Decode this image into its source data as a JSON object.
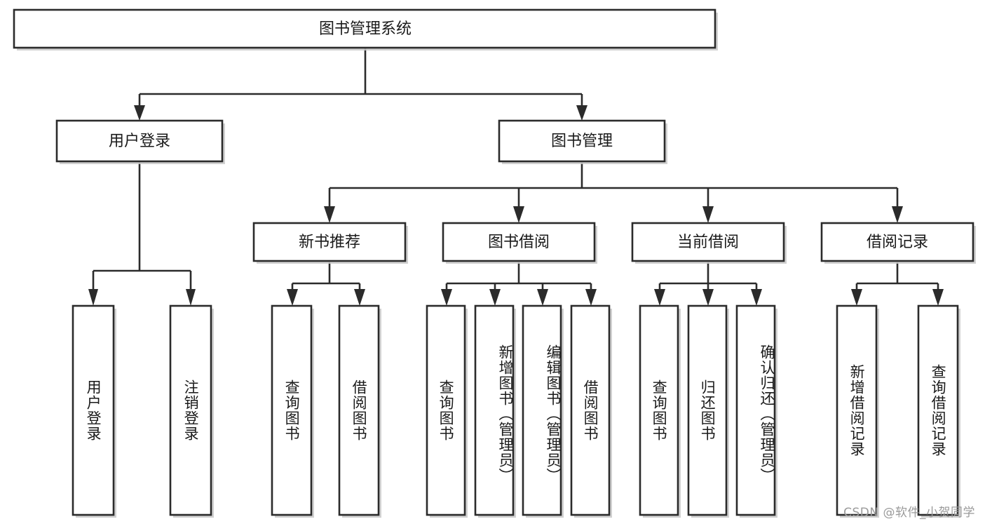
{
  "diagram": {
    "title": "图书管理系统",
    "type": "hierarchy-tree",
    "root": {
      "id": "root",
      "label": "图书管理系统",
      "level": 0
    },
    "level2": [
      {
        "id": "user-login",
        "label": "用户登录"
      },
      {
        "id": "book-manage",
        "label": "图书管理"
      }
    ],
    "level3": [
      {
        "id": "new-book-recommend",
        "label": "新书推荐",
        "parent": "book-manage"
      },
      {
        "id": "book-borrow",
        "label": "图书借阅",
        "parent": "book-manage"
      },
      {
        "id": "current-borrow",
        "label": "当前借阅",
        "parent": "book-manage"
      },
      {
        "id": "borrow-record",
        "label": "借阅记录",
        "parent": "book-manage"
      }
    ],
    "leaves": {
      "user-login": [
        {
          "id": "leaf-user-login",
          "label": "用户登录"
        },
        {
          "id": "leaf-logout",
          "label": "注销登录"
        }
      ],
      "new-book-recommend": [
        {
          "id": "leaf-query-book-1",
          "label": "查询图书"
        },
        {
          "id": "leaf-borrow-book-1",
          "label": "借阅图书"
        }
      ],
      "book-borrow": [
        {
          "id": "leaf-query-book-2",
          "label": "查询图书"
        },
        {
          "id": "leaf-add-book",
          "label": "新增图书（管理员）"
        },
        {
          "id": "leaf-edit-book",
          "label": "编辑图书（管理员）"
        },
        {
          "id": "leaf-borrow-book-2",
          "label": "借阅图书"
        }
      ],
      "current-borrow": [
        {
          "id": "leaf-query-book-3",
          "label": "查询图书"
        },
        {
          "id": "leaf-return-book",
          "label": "归还图书"
        },
        {
          "id": "leaf-confirm-return",
          "label": "确认归还（管理员）"
        }
      ],
      "borrow-record": [
        {
          "id": "leaf-add-record",
          "label": "新增借阅记录"
        },
        {
          "id": "leaf-query-record",
          "label": "查询借阅记录"
        }
      ]
    }
  },
  "watermark": {
    "text": "CSDN @软件_小贺同学"
  },
  "colors": {
    "stroke": "#2b2b2b",
    "fill": "#ffffff",
    "text": "#1a1a1a",
    "watermark": "#9a9a9a",
    "shadow": "#c9c9c9"
  }
}
